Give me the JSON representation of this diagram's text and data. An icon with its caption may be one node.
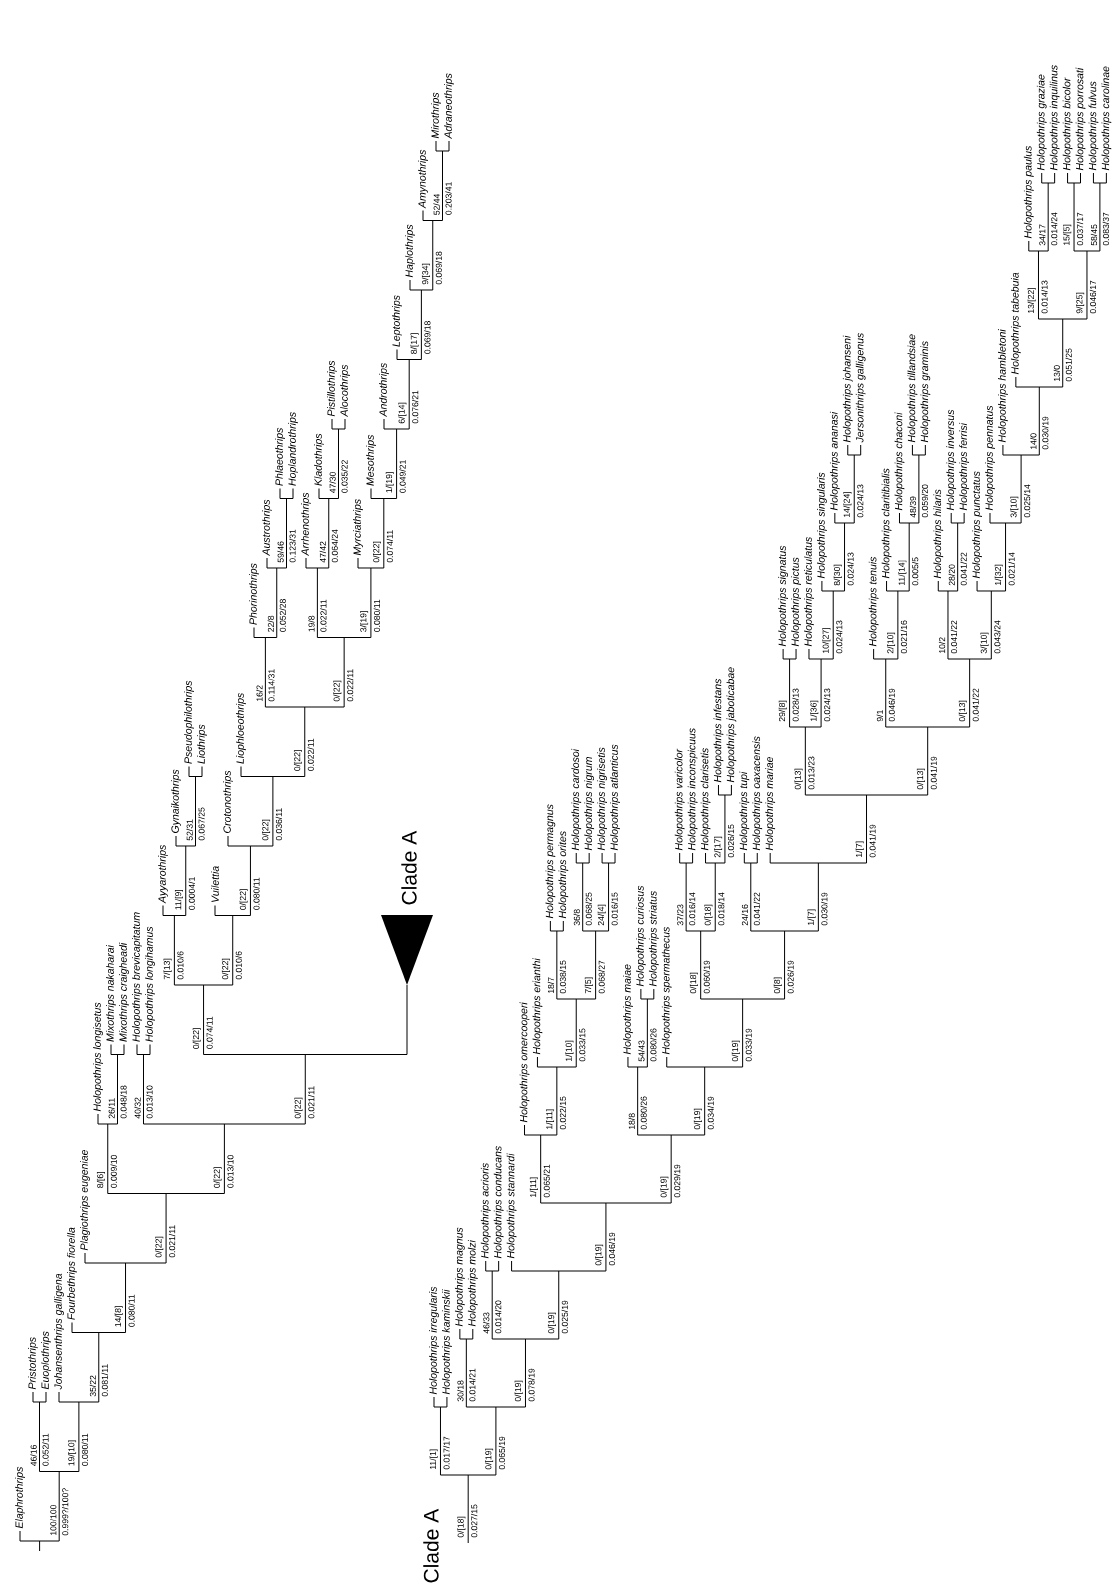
{
  "diagram": {
    "labels": [
      "Elaphrothrips",
      "100/100",
      "0.999?/100?",
      "46/16",
      "0.052/11",
      "Pristothrips",
      "Euoplothrips",
      "19/[10]",
      "0.080/11",
      "Johansenthrips galligena",
      "35/22",
      "0.081/11",
      "Fourbethrips fiorella",
      "14/[8]",
      "0.080/11",
      "Plagiothrips eugeniae",
      "0/[22]",
      "0.021/11",
      "8/[6]",
      "0.009/10",
      "Holopothrips longisetus",
      "26/11",
      "0.048/18",
      "Mixothrips nakaharai",
      "Mixothrips craigheadi",
      "0/[22]",
      "0.013/10",
      "40/32",
      "0.013/10",
      "Holopothrips brevicapitatum",
      "Holopothrips longihamus",
      "0/[22]",
      "0.021/11",
      "0/[22]",
      "0.074/11",
      "7/[13]",
      "0.010/6",
      "Ayyarothrips",
      "11/[9]",
      "0.0004/1",
      "Gynaikothrips",
      "52/31",
      "0.067/25",
      "Pseudophilothrips",
      "Liothrips",
      "0/[22]",
      "0.010/6",
      "Vuilettia",
      "0/[22]",
      "0.080/11",
      "Crotonothrips",
      "0/[22]",
      "0.036/11",
      "Liophloeothrips",
      "0/[22]",
      "0.022/11",
      "16/2",
      "0.114/31",
      "Phorinothrips",
      "22/8",
      "0.052/28",
      "Austrothrips",
      "59/46",
      "0.123/31",
      "Phlaeothrips",
      "Hoplandrothrips",
      "0/[22]",
      "0.022/11",
      "19/8",
      "0.022/11",
      "Arrhenothrips",
      "47/42",
      "0.064/24",
      "Kladothrips",
      "47/30",
      "0.035/22",
      "Pistillothrips",
      "Alocothrips",
      "3/[19]",
      "0.080/11",
      "Myrciathrips",
      "0/[22]",
      "0.074/11",
      "Mesothrips",
      "1/[19]",
      "0.049/21",
      "Androthrips",
      "6/[14]",
      "0.076/21",
      "Leptothrips",
      "8/[17]",
      "0.069/18",
      "Haplothrips",
      "9/[34]",
      "0.069/18",
      "Amynothrips",
      "52/44",
      "0.203/41",
      "Mirothrips",
      "Adraneothrips",
      "Clade A",
      "Clade A",
      "0/[18]",
      "0.027/15",
      "11/[1]",
      "0.017/17",
      "Holopothrips irregularis",
      "Holopothrips kaminskii",
      "0/[19]",
      "0.065/19",
      "30/18",
      "0.014/21",
      "Holopothrips magnus",
      "Holopothrips molzi",
      "0/[19]",
      "0.078/19",
      "46/33",
      "0.014/20",
      "Holopothrips acrioris",
      "Holopothrips conducans",
      "0/[19]",
      "0.025/19",
      "Holopothrips stannardi",
      "0/[19]",
      "0.046/19",
      "1/[11]",
      "0.065/21",
      "Holopothrips omercooperi",
      "1/[11]",
      "0.022/15",
      "Holopothrips erianthi",
      "1/[10]",
      "0.033/15",
      "18/7",
      "0.038/15",
      "Holopothrips permagnus",
      "Holopothrips orites",
      "7/[5]",
      "0.068/27",
      "36/8",
      "0.068/25",
      "Holopothrips cardosoi",
      "Holopothrips nigrum",
      "24/[4]",
      "0.016/15",
      "Holopothrips nigrisetis",
      "Holopothrips atlanticus",
      "0/[19]",
      "0.029/19",
      "18/8",
      "0.080/26",
      "Holopothrips maiae",
      "54/43",
      "0.080/26",
      "Holopothrips curiosus",
      "Holopothrips striatus",
      "0/[19]",
      "0.034/19",
      "Holopothrips spermathecus",
      "0/[19]",
      "0.033/19",
      "0/[18]",
      "0.060/19",
      "37/23",
      "0.016/14",
      "Holopothrips varicolor",
      "Holopothrips inconspicuus",
      "0/[18]",
      "0.018/14",
      "Holopothrips clarisetis",
      "2/[17]",
      "0.026/15",
      "Holopothrips infestans",
      "Holopothrips jaboticabae",
      "0/[8]",
      "0.026/19",
      "24/16",
      "0.041/22",
      "Holopothrips tupi",
      "Holopothrips oaxacensis",
      "1/[7]",
      "0.030/19",
      "Holopothrips mariae",
      "1/[7]",
      "0.041/19",
      "0/[13]",
      "0.013/23",
      "29/[8]",
      "0.028/13",
      "Holopothrips signatus",
      "Holopothrips pictus",
      "1/[36]",
      "0.024/13",
      "Holopothrips reticulatus",
      "10/[27]",
      "0.024/13",
      "Holopothrips singularis",
      "8/[30]",
      "0.024/13",
      "Holopothrips ananasi",
      "14/[24]",
      "0.024/13",
      "Holopothrips johanseni",
      "Jersonithrips galligenus",
      "0/[13]",
      "0.041/19",
      "9/1",
      "0.046/19",
      "Holopothrips tenuis",
      "2/[10]",
      "0.021/16",
      "Holopothrips claritibialis",
      "11/[14]",
      "0.005/5",
      "Holopothrips chaconi",
      "48/39",
      "0.059/20",
      "Holopothrips tillandsiae",
      "Holopothrips graminis",
      "0/[13]",
      "0.041/22",
      "10/2",
      "0.041/22",
      "Holopothrips hilaris",
      "28/20",
      "0.041/22",
      "Holopothrips inversus",
      "Holopothrips ferrisi",
      "3/[10]",
      "0.043/24",
      "Holopothrips punctatus",
      "1/[32]",
      "0.021/14",
      "Holopothrips pennatus",
      "3/[10]",
      "0.025/14",
      "Holopothrips hambletoni",
      "14/0",
      "0.030/19",
      "Holopothrips tabebuia",
      "13/0",
      "0.051/25",
      "13/[22]",
      "0.014/13",
      "Holopothrips paulus",
      "34/17",
      "0.014/24",
      "Holopothrips graziae",
      "Holopothrips inquilinus",
      "9/[25]",
      "0.046/17",
      "15/[5]",
      "0.037/17",
      "Holopothrips bicolor",
      "Holopothrips porrosati",
      "58/45",
      "0.083/37",
      "Holopothrips fulvus",
      "Holopothrips carolinae"
    ]
  }
}
